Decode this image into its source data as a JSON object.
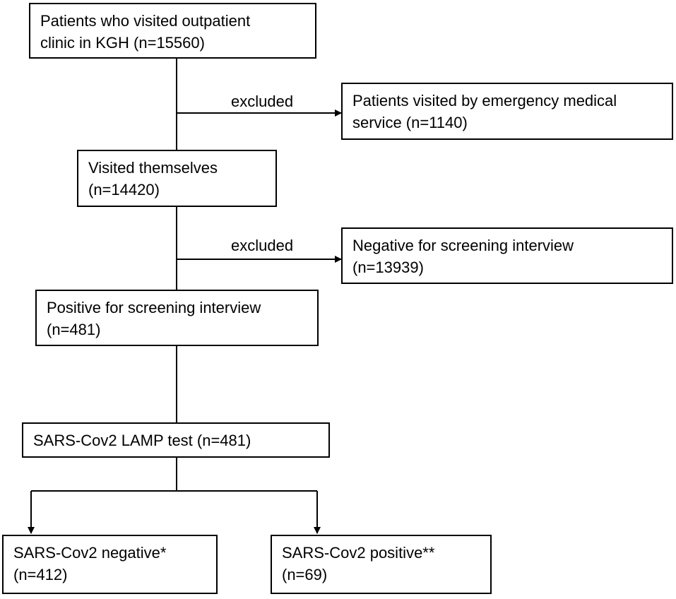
{
  "boxes": {
    "start": {
      "line1": "Patients who visited outpatient",
      "line2": "clinic in KGH (n=15560)"
    },
    "ems": {
      "line1": "Patients visited by emergency medical",
      "line2": "service (n=1140)"
    },
    "self": {
      "line1": "Visited themselves",
      "line2": "(n=14420)"
    },
    "negative_screen": {
      "line1": "Negative for screening interview",
      "line2": "(n=13939)"
    },
    "positive_screen": {
      "line1": "Positive for screening interview",
      "line2": "(n=481)"
    },
    "lamp": {
      "line1": "SARS-Cov2 LAMP test (n=481)"
    },
    "sars_negative": {
      "line1": "SARS-Cov2 negative*",
      "line2": "(n=412)"
    },
    "sars_positive": {
      "line1": "SARS-Cov2 positive**",
      "line2": "(n=69)"
    }
  },
  "labels": {
    "excluded_1": "excluded",
    "excluded_2": "excluded"
  }
}
